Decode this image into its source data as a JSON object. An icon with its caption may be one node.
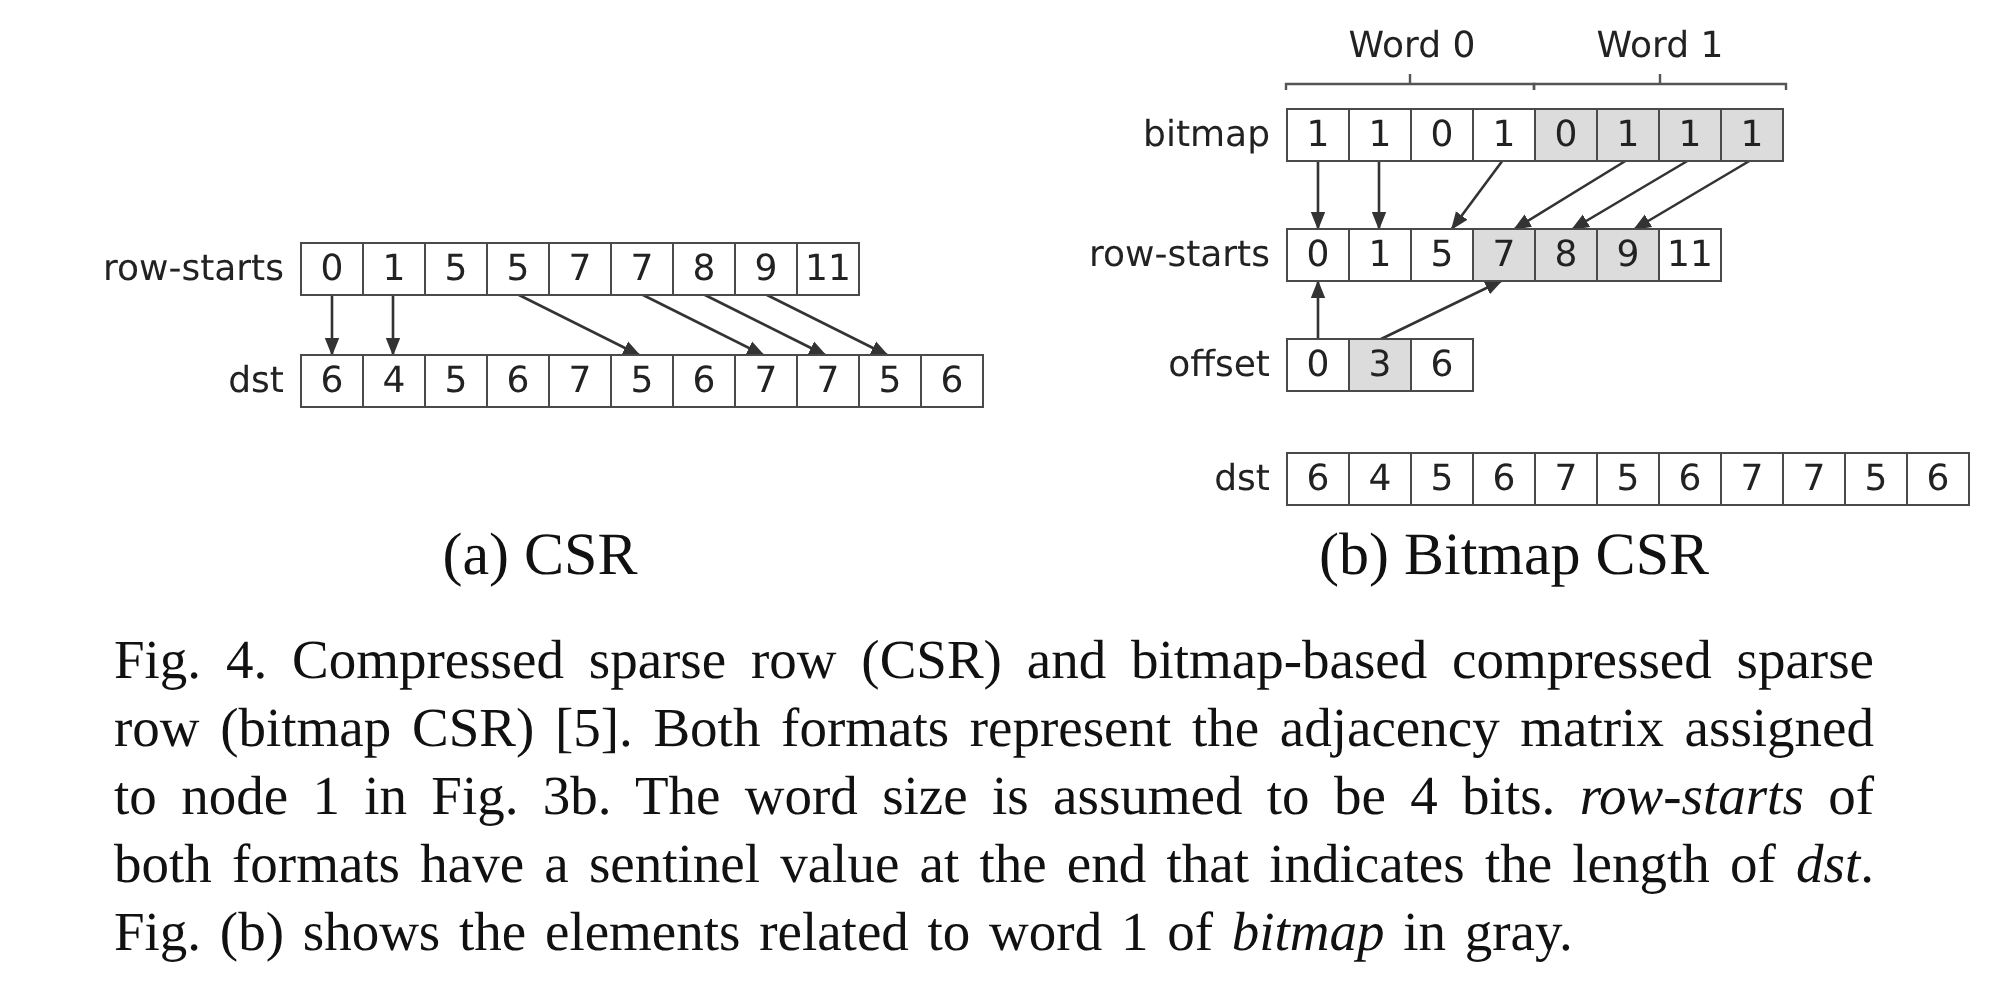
{
  "diagram": {
    "caption": "Fig. 4. Compressed sparse row (CSR) and bitmap-based compressed sparse row (bitmap CSR) [5]. Both formats represent the adjacency matrix assigned to node 1 in Fig. 3b. The word size is assumed to be 4 bits. *row-starts* of both formats have a sentinel value at the end that indicates the length of *dst*. Fig. (b) shows the elements related to word 1 of *bitmap* in gray.",
    "nodes": [
      {
        "text": [
          "row-starts"
        ]
      },
      {
        "text": [
          "0"
        ],
        "in": 0
      },
      {
        "text": [
          "1"
        ],
        "in": 0
      },
      {
        "text": [
          "5"
        ],
        "in": 0
      },
      {
        "text": [
          "5"
        ],
        "in": 0
      },
      {
        "text": [
          "7"
        ],
        "in": 0
      },
      {
        "text": [
          "7"
        ],
        "in": 0
      },
      {
        "text": [
          "8"
        ],
        "in": 0
      },
      {
        "text": [
          "9"
        ],
        "in": 0
      },
      {
        "text": [
          "11"
        ],
        "in": 0
      },
      {
        "text": [
          "dst"
        ]
      },
      {
        "text": [
          "6"
        ],
        "in": 10
      },
      {
        "text": [
          "4"
        ],
        "in": 10
      },
      {
        "text": [
          "5"
        ],
        "in": 10
      },
      {
        "text": [
          "6"
        ],
        "in": 10
      },
      {
        "text": [
          "7"
        ],
        "in": 10
      },
      {
        "text": [
          "5"
        ],
        "in": 10
      },
      {
        "text": [
          "6"
        ],
        "in": 10
      },
      {
        "text": [
          "7"
        ],
        "in": 10
      },
      {
        "text": [
          "7"
        ],
        "in": 10
      },
      {
        "text": [
          "5"
        ],
        "in": 10
      },
      {
        "text": [
          "6"
        ],
        "in": 10
      },
      {
        "text": [
          "bitmap"
        ]
      },
      {
        "text": [
          "1"
        ],
        "in": 22
      },
      {
        "text": [
          "1"
        ],
        "in": 22
      },
      {
        "text": [
          "0"
        ],
        "in": 22
      },
      {
        "text": [
          "1"
        ],
        "in": 22
      },
      {
        "text": [
          "0"
        ],
        "in": 22
      },
      {
        "text": [
          "1"
        ],
        "in": 22
      },
      {
        "text": [
          "1"
        ],
        "in": 22
      },
      {
        "text": [
          "1"
        ],
        "in": 22
      },
      {
        "text": [
          "row-starts"
        ]
      },
      {
        "text": [
          "0"
        ],
        "in": 31
      },
      {
        "text": [
          "1"
        ],
        "in": 31
      },
      {
        "text": [
          "5"
        ],
        "in": 31
      },
      {
        "text": [
          "7"
        ],
        "in": 31
      },
      {
        "text": [
          "8"
        ],
        "in": 31
      },
      {
        "text": [
          "9"
        ],
        "in": 31
      },
      {
        "text": [
          "11"
        ],
        "in": 31
      },
      {
        "text": [
          "offset"
        ]
      },
      {
        "text": [
          "0"
        ],
        "in": 39
      },
      {
        "text": [
          "3"
        ],
        "in": 39
      },
      {
        "text": [
          "6"
        ],
        "in": 39
      },
      {
        "text": [
          "dst"
        ]
      },
      {
        "text": [
          "6"
        ],
        "in": 43
      },
      {
        "text": [
          "4"
        ],
        "in": 43
      },
      {
        "text": [
          "5"
        ],
        "in": 43
      },
      {
        "text": [
          "6"
        ],
        "in": 43
      },
      {
        "text": [
          "7"
        ],
        "in": 43
      },
      {
        "text": [
          "5"
        ],
        "in": 43
      },
      {
        "text": [
          "6"
        ],
        "in": 43
      },
      {
        "text": [
          "7"
        ],
        "in": 43
      },
      {
        "text": [
          "7"
        ],
        "in": 43
      },
      {
        "text": [
          "5"
        ],
        "in": 43
      },
      {
        "text": [
          "6"
        ],
        "in": 43
      }
    ],
    "edges": [
      {
        "from": 1,
        "to": 11,
        "arrow": "to"
      },
      {
        "from": 2,
        "to": 12,
        "arrow": "to"
      },
      {
        "from": 4,
        "to": 16,
        "arrow": "to"
      },
      {
        "from": 6,
        "to": 18,
        "arrow": "to"
      },
      {
        "from": 7,
        "to": 19,
        "arrow": "to"
      },
      {
        "from": 8,
        "to": 20,
        "arrow": "to"
      },
      {
        "from": 23,
        "to": 32,
        "arrow": "to"
      },
      {
        "from": 24,
        "to": 33,
        "arrow": "to"
      },
      {
        "from": 26,
        "to": 34,
        "arrow": "to"
      },
      {
        "from": 28,
        "to": 35,
        "arrow": "to"
      },
      {
        "from": 29,
        "to": 36,
        "arrow": "to"
      },
      {
        "from": 30,
        "to": 37,
        "arrow": "to"
      },
      {
        "from": 40,
        "to": 32,
        "arrow": "to"
      },
      {
        "from": 41,
        "to": 35,
        "arrow": "to"
      }
    ],
    "labels": [
      "Word 0",
      "Word 1",
      "(a) CSR",
      "(b) Bitmap CSR"
    ]
  }
}
